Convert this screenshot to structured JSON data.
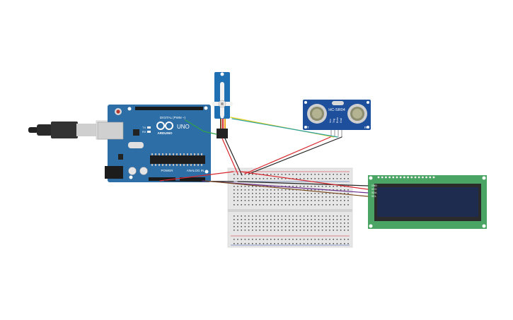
{
  "arduino": {
    "brand": "ARDUINO",
    "model": "UNO",
    "header_top_label": "DIGITAL (PWM ~)",
    "power_label": "POWER",
    "analog_label": "ANALOG IN",
    "tx_label": "TX",
    "rx_label": "RX"
  },
  "ultrasonic": {
    "model": "HC-SR04",
    "pin_labels": [
      "Vcc",
      "Trig",
      "Echo",
      "Gnd"
    ],
    "left_letter": "T",
    "right_letter": "R"
  },
  "lcd": {
    "pin_labels": [
      "GND",
      "VCC",
      "SDA",
      "SCL"
    ]
  },
  "colors": {
    "arduino_blue": "#2d6ea6",
    "servo_blue": "#1f6fb3",
    "sensor_blue": "#1e4f9c",
    "lcd_green": "#4aa564",
    "lcd_screen": "#1d2c4f",
    "breadboard": "#e6e6e6",
    "wire_red": "#d8262d",
    "wire_black": "#222222",
    "wire_green": "#2fa34a",
    "wire_yellow": "#e8d21c",
    "wire_purple": "#6a2d8c",
    "wire_brown": "#7a4a1e",
    "wire_teal": "#2aa0a0"
  }
}
